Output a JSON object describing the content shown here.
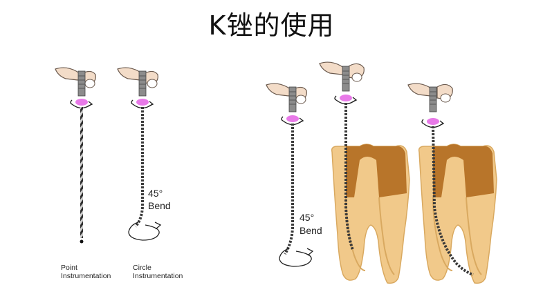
{
  "title": "K锉的使用",
  "captions": {
    "point": [
      "Point",
      "Instrumentation"
    ],
    "circle": [
      "Circle",
      "Instrumentation"
    ]
  },
  "bend_labels": [
    {
      "angle": "45°",
      "word": "Bend"
    },
    {
      "angle": "45°",
      "word": "Bend"
    }
  ],
  "colors": {
    "stopper": "#e879e8",
    "tooth_crown": "#b8752a",
    "tooth_root": "#f1c98a",
    "tooth_outline": "#d9a960",
    "file": "#3a3a3a",
    "hand": "#f3dcc8"
  }
}
